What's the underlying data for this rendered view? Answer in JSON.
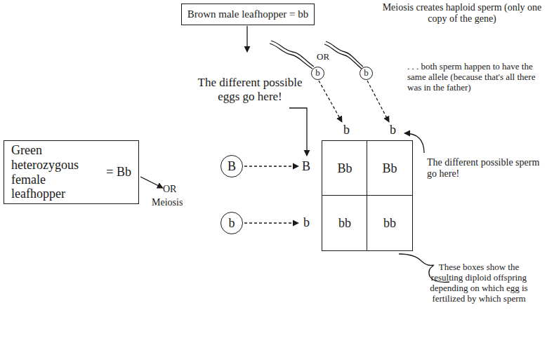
{
  "diagram": {
    "nodes": [
      {
        "text": [
          "Brown male leafhopper = bb"
        ]
      },
      {
        "text": [
          "b"
        ]
      },
      {
        "text": [
          "b"
        ]
      },
      {
        "text": [
          "Green heterozygous female leafhopper",
          "= Bb"
        ]
      },
      {
        "text": [
          "B"
        ]
      },
      {
        "text": [
          "b"
        ]
      },
      {
        "text": [
          "Bb"
        ]
      },
      {
        "text": [
          "Bb"
        ]
      },
      {
        "text": [
          "bb"
        ]
      },
      {
        "text": [
          "bb"
        ]
      }
    ],
    "labels": [
      "Meiosis creates haploid sperm (only one copy of the gene)",
      "OR",
      ". . . both sperm happen to have the same allele (because that's all there was in the father)",
      "The different possible eggs go here!",
      "b",
      "b",
      "The different possible sperm go here!",
      "OR",
      "Meiosis",
      "B",
      "b",
      "These boxes show the resulting diploid offspring depending on which egg is fertilized by which sperm"
    ]
  }
}
